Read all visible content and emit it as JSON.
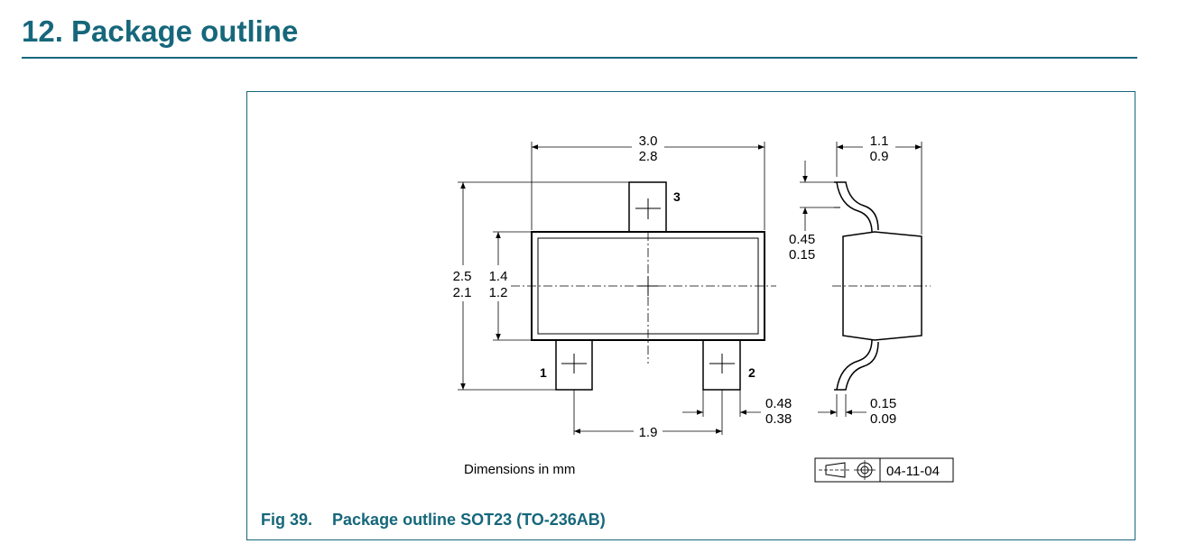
{
  "section": {
    "title": "12. Package outline"
  },
  "figure": {
    "number": "Fig 39.",
    "caption": "Package outline SOT23 (TO-236AB)",
    "units_note": "Dimensions in mm",
    "projection_code": "04-11-04",
    "pins": [
      "1",
      "2",
      "3"
    ],
    "dimensions": {
      "body_length_max": "3.0",
      "body_length_min": "2.8",
      "overall_width_max": "2.5",
      "overall_width_min": "2.1",
      "body_width_max": "1.4",
      "body_width_min": "1.2",
      "height_max": "1.1",
      "height_min": "0.9",
      "lead_foot_max": "0.45",
      "lead_foot_min": "0.15",
      "lead_width_max": "0.48",
      "lead_width_min": "0.38",
      "lead_thickness_max": "0.15",
      "lead_thickness_min": "0.09",
      "pitch": "1.9"
    }
  }
}
